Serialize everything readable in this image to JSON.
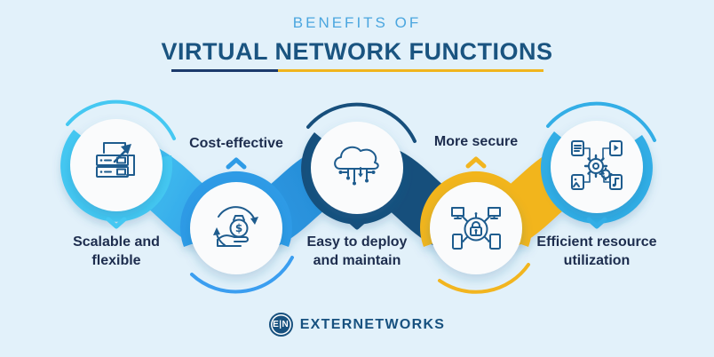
{
  "title": {
    "eyebrow": "BENEFITS OF",
    "main": "VIRTUAL NETWORK FUNCTIONS"
  },
  "benefits": [
    {
      "id": "scalable-flexible",
      "label_line1": "Scalable and",
      "label_line2": "flexible",
      "icon": "server-scale-icon",
      "color": "#45C8F2",
      "label_position": "below"
    },
    {
      "id": "cost-effective",
      "label_line1": "Cost-effective",
      "label_line2": "",
      "icon": "money-cycle-icon",
      "color": "#2E9BE6",
      "label_position": "above",
      "icon_text": "$"
    },
    {
      "id": "easy-deploy",
      "label_line1": "Easy to deploy",
      "label_line2": "and maintain",
      "icon": "cloud-network-icon",
      "color": "#174F7C",
      "label_position": "below"
    },
    {
      "id": "more-secure",
      "label_line1": "More secure",
      "label_line2": "",
      "icon": "secure-network-icon",
      "color": "#F2B51F",
      "label_position": "above"
    },
    {
      "id": "efficient-resources",
      "label_line1": "Efficient resource",
      "label_line2": "utilization",
      "icon": "resource-gears-icon",
      "color": "#33AEE6",
      "label_position": "below"
    }
  ],
  "logo": {
    "badge": "E|N",
    "name": "EXTERNETWORKS"
  },
  "colors": {
    "background": "#E2F1FA",
    "title_accent": "#4BA6DF",
    "title_primary": "#1A5480",
    "underline_navy": "#1B3A6B",
    "underline_gold": "#F0B51D",
    "ribbon_light_cyan": "#45C8F2",
    "ribbon_medium_blue": "#2E9BE6",
    "ribbon_navy": "#174F7C",
    "ribbon_yellow": "#F2B51F",
    "ribbon_sky": "#33AEE6",
    "label_text": "#1D2D4E",
    "icon_stroke": "#1E5C8E",
    "logo_navy": "#17517F",
    "circle_fill": "#FAFBFC"
  }
}
